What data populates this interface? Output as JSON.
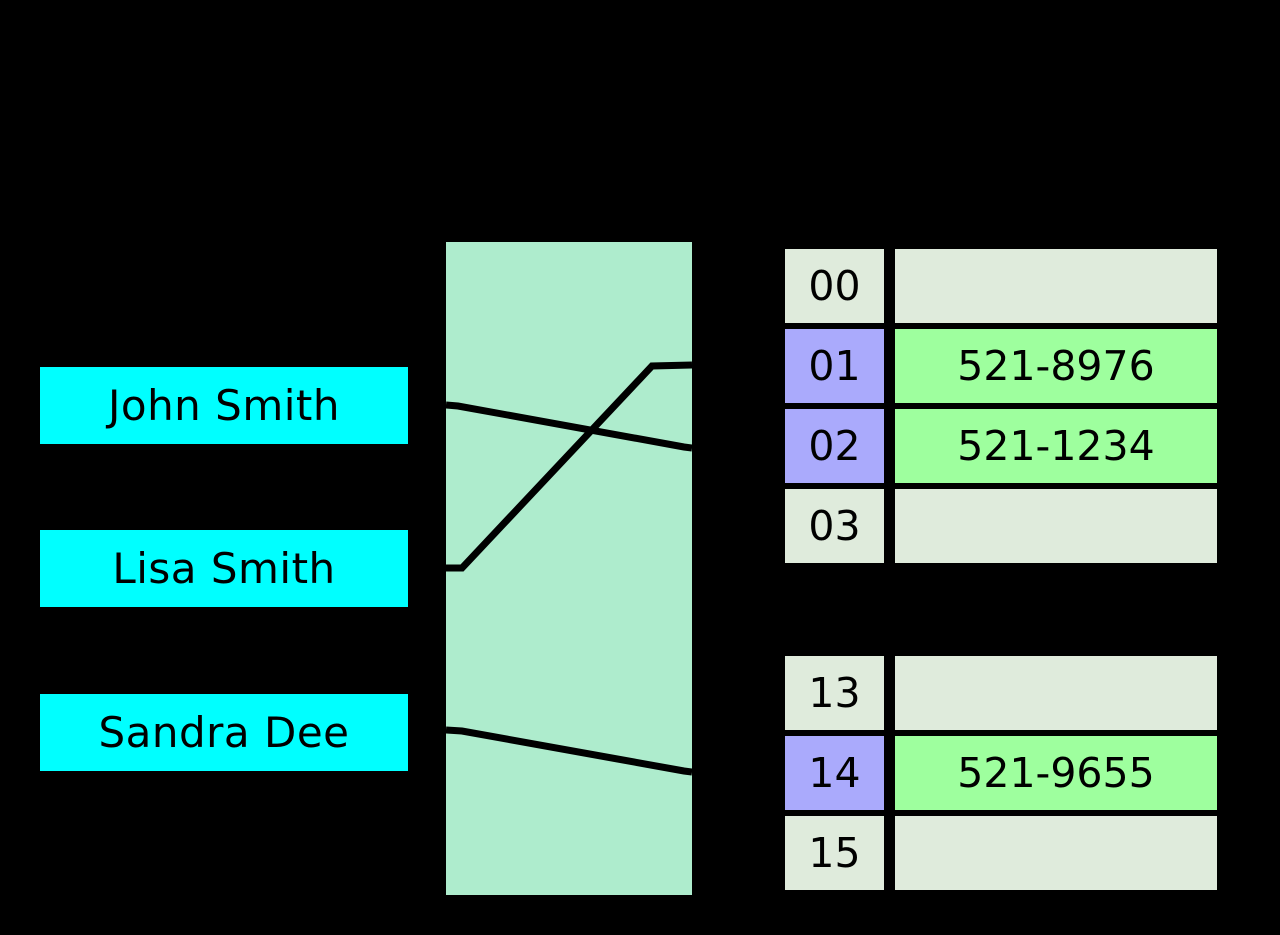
{
  "diagram": {
    "title": "hash-table-diagram",
    "background_color": "#000000",
    "colors": {
      "key_box": "#00ffff",
      "hash_function_box": "#aeeccd",
      "bucket_empty": "#dfebdc",
      "bucket_index_filled": "#aaaafc",
      "bucket_value_filled": "#9eff9e",
      "line": "#000000"
    }
  },
  "keys": [
    {
      "label": "John Smith"
    },
    {
      "label": "Lisa Smith"
    },
    {
      "label": "Sandra Dee"
    }
  ],
  "hash_function": {
    "label": "",
    "connectors": [
      {
        "from_key": "John Smith",
        "to_index": "02"
      },
      {
        "from_key": "Lisa Smith",
        "to_index": "01"
      },
      {
        "from_key": "Sandra Dee",
        "to_index": "14"
      }
    ]
  },
  "tables": [
    {
      "name": "buckets-upper",
      "rows": [
        {
          "index": "00",
          "value": "",
          "filled": false
        },
        {
          "index": "01",
          "value": "521-8976",
          "filled": true
        },
        {
          "index": "02",
          "value": "521-1234",
          "filled": true
        },
        {
          "index": "03",
          "value": "",
          "filled": false
        }
      ]
    },
    {
      "name": "buckets-lower",
      "rows": [
        {
          "index": "13",
          "value": "",
          "filled": false
        },
        {
          "index": "14",
          "value": "521-9655",
          "filled": true
        },
        {
          "index": "15",
          "value": "",
          "filled": false
        }
      ]
    }
  ]
}
